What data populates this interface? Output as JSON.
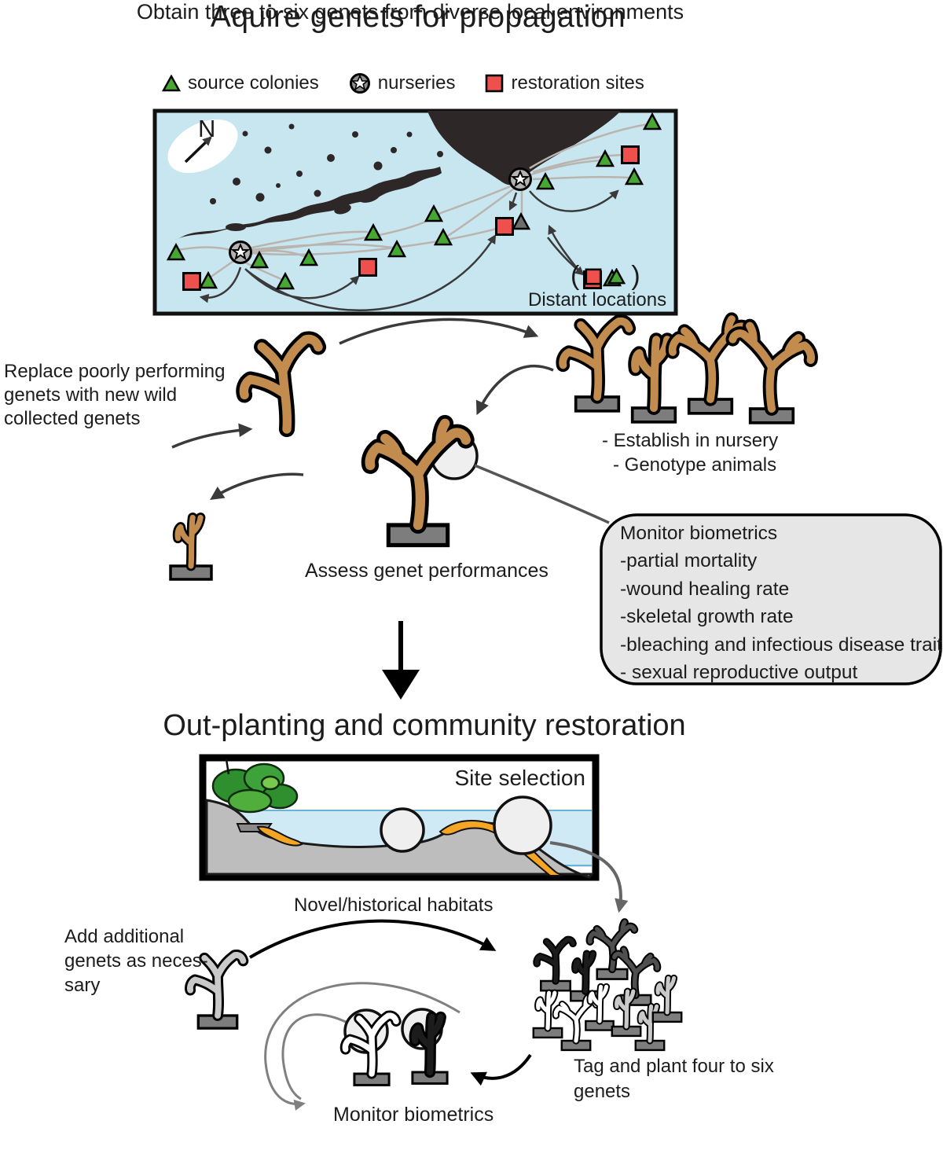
{
  "colors": {
    "map_water": "#c8e6f0",
    "map_land": "#2e2727",
    "source_green": "#46a832",
    "restoration_red": "#f0504d",
    "nursery_gray": "#b2b2b2",
    "coral_tan": "#c18c4e",
    "note_box_gray": "#e6e6e6",
    "sea_blue": "#cfeaf5",
    "reef_orange": "#f5a524",
    "vegetation_green": "#2f8f2f",
    "rock_gray": "#bdbdbd"
  },
  "acquire": {
    "title": "Aquire genets for propagation",
    "subtitle": "Obtain three to six genets from diverse local environments",
    "legend": [
      {
        "icon": "triangle-icon",
        "label": "source colonies"
      },
      {
        "icon": "star-circle-icon",
        "label": "nurseries"
      },
      {
        "icon": "square-icon",
        "label": "restoration sites"
      }
    ],
    "map": {
      "compass_label": "N",
      "distant_label": "Distant locations",
      "paren_open": "(",
      "paren_close": ")"
    },
    "replace_note": {
      "lines": [
        "Replace poorly performing",
        "genets with new wild",
        "collected genets"
      ]
    },
    "nursery_note": {
      "lines": [
        "- Establish in nursery",
        "- Genotype animals"
      ]
    },
    "assess_label": "Assess genet performances",
    "biometrics_box": {
      "title": "Monitor biometrics",
      "items": [
        "-partial mortality",
        "-wound healing rate",
        "-skeletal growth rate",
        "-bleaching and infectious disease traits",
        "- sexual reproductive output"
      ]
    }
  },
  "outplanting": {
    "title": "Out-planting and community restoration",
    "site_selection_label": "Site selection",
    "habitats_label": "Novel/historical habitats",
    "add_note": {
      "lines": [
        "Add additional",
        "genets as neces-",
        "sary"
      ]
    },
    "tag_note": {
      "lines": [
        "Tag and plant four to six",
        "genets"
      ]
    },
    "monitor_label": "Monitor biometrics"
  }
}
